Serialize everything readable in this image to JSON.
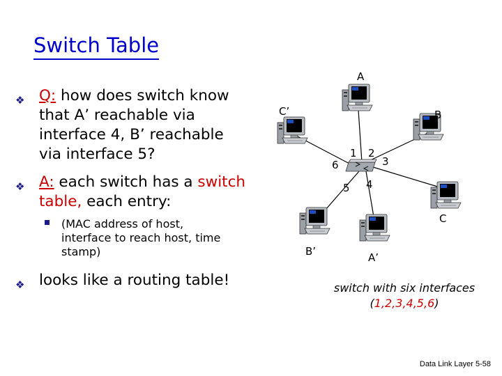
{
  "title": "Switch Table",
  "bullets": {
    "b1_prefix": "Q:",
    "b1_rest": " how does switch know that A’ reachable via interface 4, B’ reachable via interface 5?",
    "b2_prefix": "A:",
    "b2_rest_a": " each switch has a ",
    "b2_highlight": "switch table,",
    "b2_rest_b": " each entry:",
    "sub": "(MAC address of host, interface to reach host, time stamp)",
    "b3": "looks like a routing table!"
  },
  "diagram": {
    "hosts": {
      "A": "A",
      "B": "B",
      "C": "C",
      "Ap": "A’",
      "Bp": "B’",
      "Cp": "C’"
    },
    "ports": [
      "1",
      "2",
      "3",
      "4",
      "5",
      "6"
    ]
  },
  "caption": {
    "line1": "switch with six interfaces",
    "open": "(",
    "nums": "1,2,3,4,5,6",
    "close": ")"
  },
  "footer": "Data Link Layer 5-58",
  "colors": {
    "title": "#0000cc",
    "highlight": "#cc0000",
    "bullet": "#1a1a88"
  }
}
